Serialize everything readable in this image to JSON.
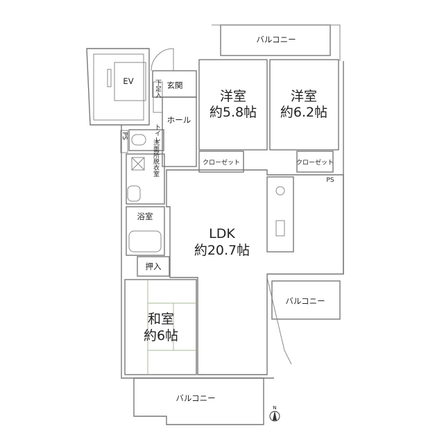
{
  "colors": {
    "floor_wood": "#f8efd6",
    "tatami": "#e4eed3",
    "balcony": "#f8f6e4",
    "wet_area": "#eef1f6",
    "closet": "#e8e8f2",
    "wall": "#777777"
  },
  "rooms": {
    "balcony_top": "バルコニー",
    "elevator": "EV",
    "entrance": "玄関",
    "shoe_storage": "下足入",
    "hall": "ホール",
    "western_room_1": {
      "name": "洋室",
      "size": "約5.8帖"
    },
    "western_room_2": {
      "name": "洋室",
      "size": "約6.2帖"
    },
    "toilet": "トイレ",
    "ps_left": "PS",
    "closet_1": "クローゼット",
    "closet_2": "クローゼット",
    "ps_right": "PS",
    "washroom": "洗面所脱衣室",
    "bathroom": "浴室",
    "oshiire": "押入",
    "ldk": {
      "name": "LDK",
      "size": "約20.7帖"
    },
    "japanese_room": {
      "name": "和室",
      "size": "約6帖"
    },
    "balcony_right": "バルコニー",
    "balcony_bottom": "バルコニー"
  },
  "compass": {
    "label": "N"
  }
}
